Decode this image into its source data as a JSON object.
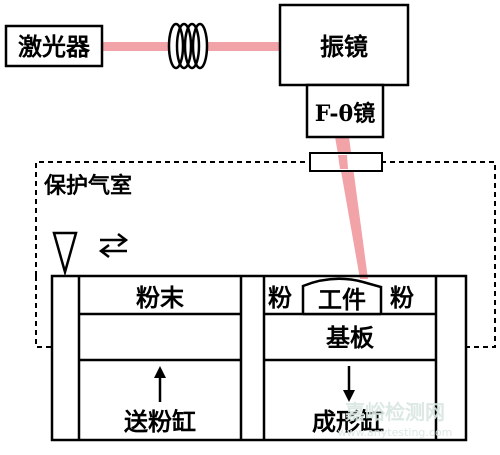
{
  "labels": {
    "laser": "激光器",
    "galvo": "振镜",
    "f_theta": "F-θ镜",
    "chamber": "保护气室",
    "powder_top": "粉末",
    "powder_left": "粉",
    "workpiece": "工件",
    "powder_right": "粉",
    "substrate": "基板",
    "feed_cylinder": "送粉缸",
    "build_cylinder": "成形缸"
  },
  "watermark": {
    "main": "嘉峪检测网",
    "url": "www.anytesting.com"
  },
  "colors": {
    "beam": "#f2a3a8",
    "line": "#000000"
  }
}
